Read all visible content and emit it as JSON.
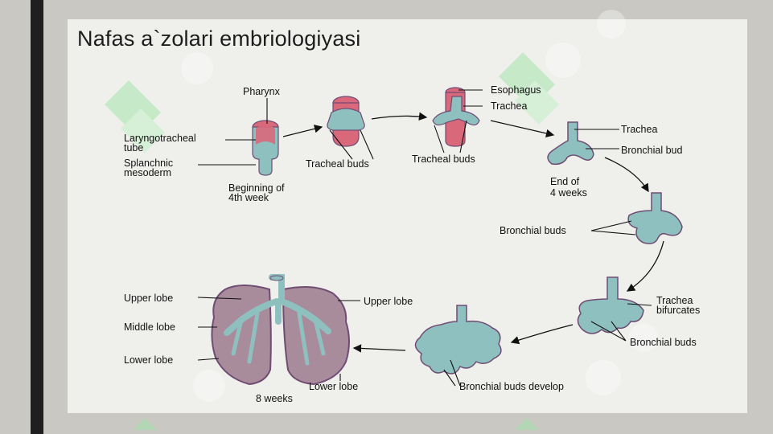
{
  "title": "Nafas a`zolari embriologiyasi",
  "labels": {
    "pharynx": "Pharynx",
    "laryngotracheal_1": "Laryngotracheal",
    "laryngotracheal_2": "tube",
    "splanchnic_1": "Splanchnic",
    "splanchnic_2": "mesoderm",
    "beginning_1": "Beginning of",
    "beginning_2": "4th week",
    "tracheal_buds_1": "Tracheal buds",
    "esophagus": "Esophagus",
    "trachea_1": "Trachea",
    "tracheal_buds_2": "Tracheal buds",
    "trachea_2": "Trachea",
    "bronchial_bud": "Bronchial bud",
    "end_1": "End of",
    "end_2": "4 weeks",
    "bronchial_buds_1": "Bronchial buds",
    "trachea_bif_1": "Trachea",
    "trachea_bif_2": "bifurcates",
    "bronchial_buds_2": "Bronchial buds",
    "bronchial_buds_develop": "Bronchial buds develop",
    "upper_lobe_left": "Upper lobe",
    "middle_lobe": "Middle lobe",
    "lower_lobe_left": "Lower lobe",
    "upper_lobe_right": "Upper lobe",
    "lower_lobe_right": "Lower lobe",
    "eight_weeks": "8 weeks"
  },
  "colors": {
    "background": "#c9c8c2",
    "slide": "#efefec",
    "sidebar": "#1f1f1f",
    "tissue": "#8fc0c0",
    "tissue_dark": "#5f9a9c",
    "pink": "#d9687a",
    "purple_outline": "#6f4d73",
    "watermark_green": "#7be08a"
  }
}
